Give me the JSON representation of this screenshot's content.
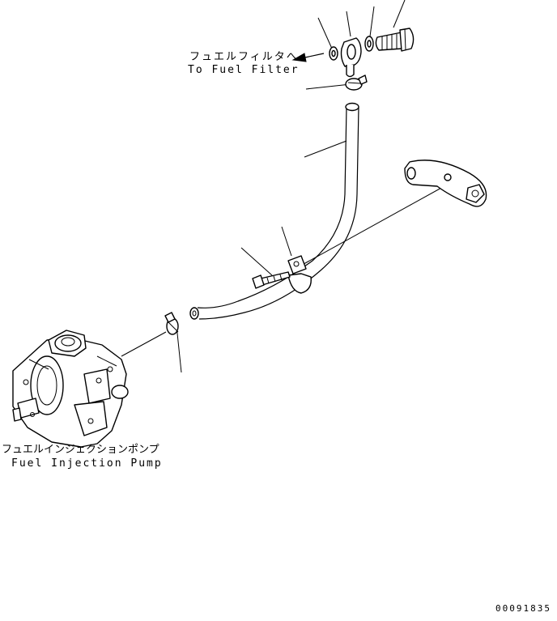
{
  "labels": {
    "to_filter_jp": "フュエルフィルタへ",
    "to_filter_en": "To Fuel Filter",
    "pump_jp": "フュエルインジェクションポンプ",
    "pump_en": "Fuel Injection Pump",
    "drawing_number": "00091835"
  },
  "colors": {
    "line": "#000000",
    "background": "#ffffff"
  }
}
